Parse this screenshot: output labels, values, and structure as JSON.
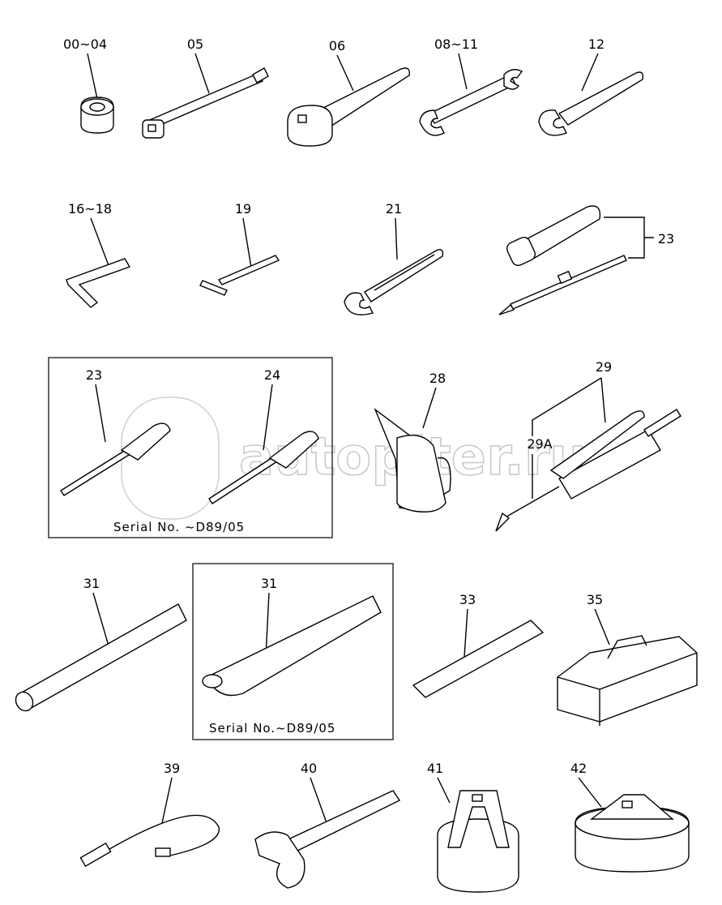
{
  "title": "Tool kit parts diagram",
  "parts": {
    "p00_04": "00~04",
    "p05": "05",
    "p06": "06",
    "p08_11": "08~11",
    "p12": "12",
    "p16_18": "16~18",
    "p19": "19",
    "p21": "21",
    "p23a": "23",
    "p23b": "23",
    "p24": "24",
    "p28": "28",
    "p29": "29",
    "p29a": "29A",
    "p31a": "31",
    "p31b": "31",
    "p33": "33",
    "p35": "35",
    "p39": "39",
    "p40": "40",
    "p41": "41",
    "p42": "42"
  },
  "notes": {
    "serial_box1": "Serial No.  ~D89/05",
    "serial_box2": "Serial No.~D89/05"
  },
  "watermark": "autopiter.ru"
}
